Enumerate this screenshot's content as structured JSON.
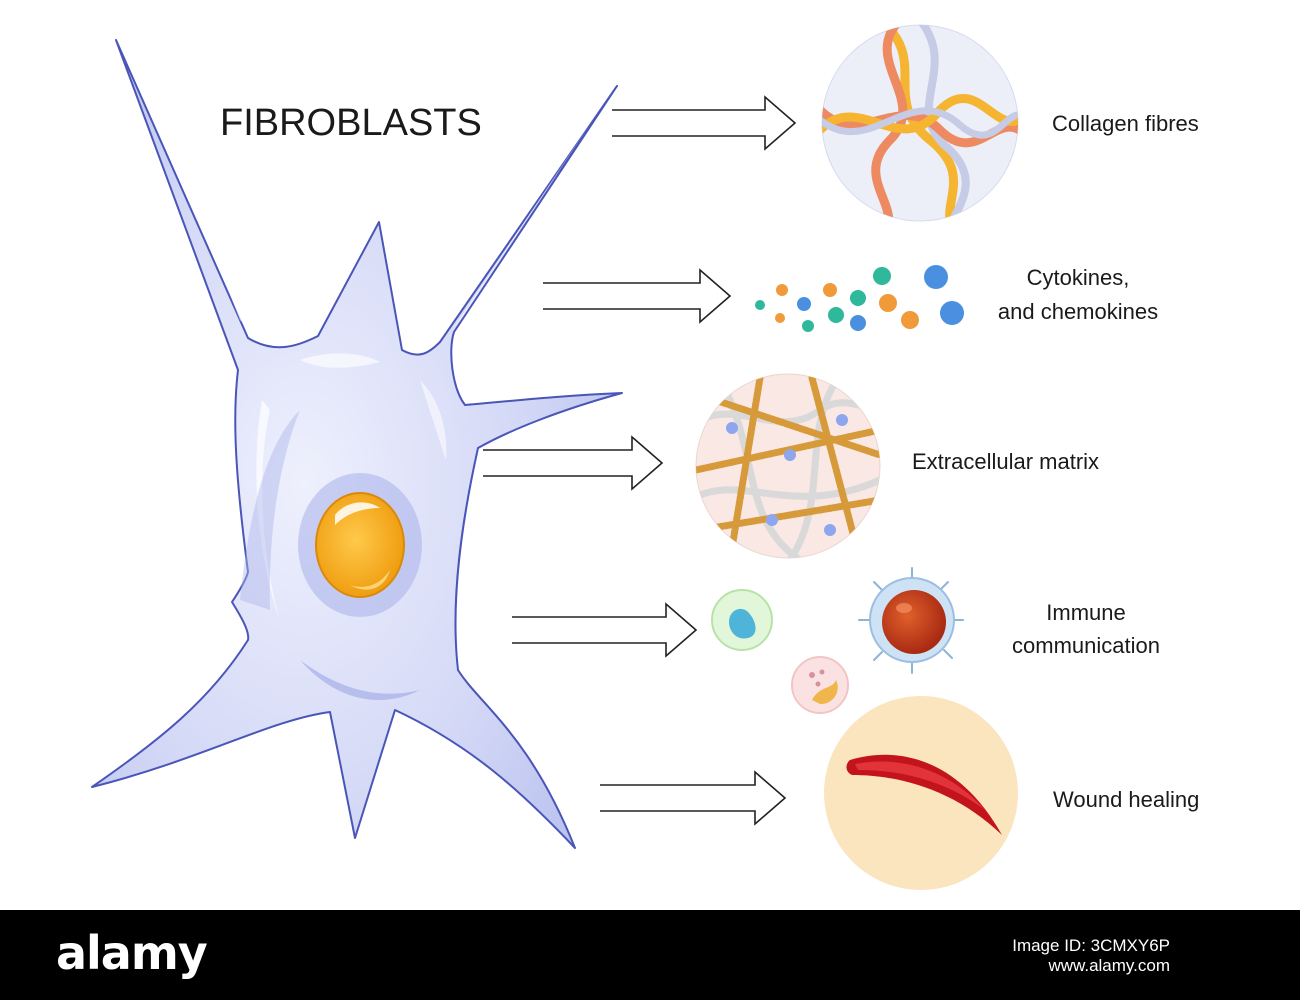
{
  "title": "FIBROBLASTS",
  "functions": [
    {
      "label_lines": [
        "Collagen fibres"
      ],
      "icon": "collagen-fibres-icon"
    },
    {
      "label_lines": [
        "Cytokines,",
        "and chemokines"
      ],
      "icon": "cytokines-icon"
    },
    {
      "label_lines": [
        "Extracellular matrix"
      ],
      "icon": "extracellular-matrix-icon"
    },
    {
      "label_lines": [
        "Immune",
        "communication"
      ],
      "icon": "immune-cells-icon"
    },
    {
      "label_lines": [
        "Wound healing"
      ],
      "icon": "wound-icon"
    }
  ],
  "footer": {
    "brand": "alamy",
    "image_id_label": "Image ID: 3CMXY6P",
    "site": "www.alamy.com"
  },
  "colors": {
    "cell_fill": "#c9cff3",
    "cell_outline": "#4a55b8",
    "nucleus": "#f2a316",
    "wound_bg": "#fbe5bf",
    "wound": "#c4141b"
  }
}
